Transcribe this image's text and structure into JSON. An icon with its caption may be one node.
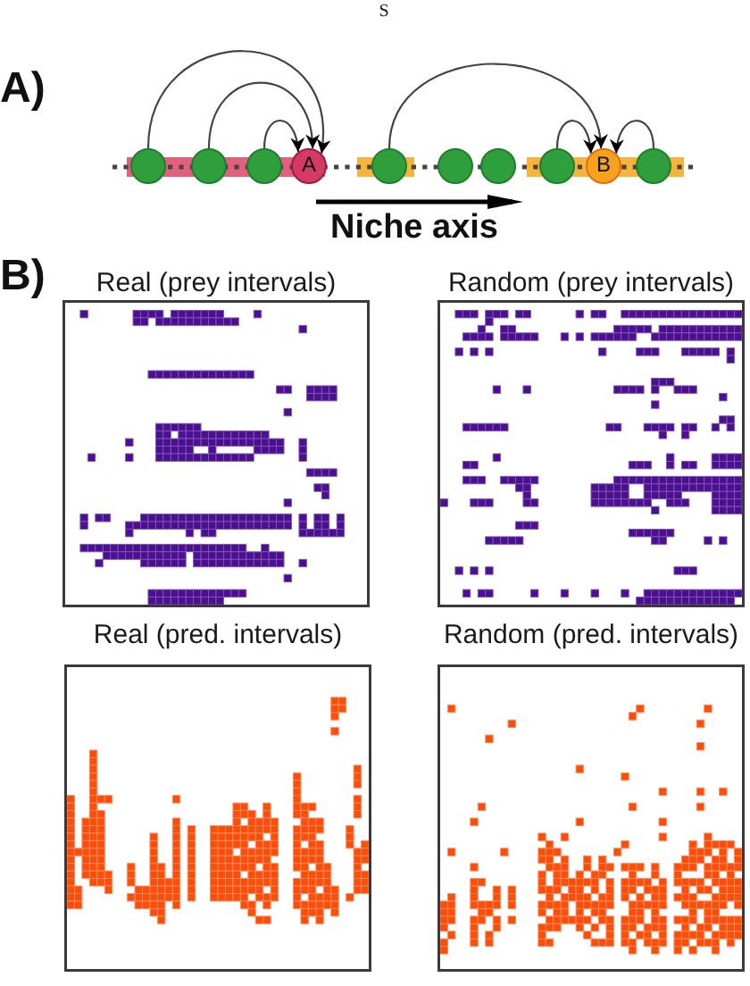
{
  "diagram": {
    "nodes": [
      {
        "text": [],
        "shape": "circle"
      },
      {
        "text": [],
        "shape": "circle"
      },
      {
        "text": [],
        "shape": "circle"
      },
      {
        "text": [
          "A"
        ]
      },
      {
        "text": [],
        "shape": "circle"
      },
      {
        "text": [],
        "shape": "circle"
      },
      {
        "text": [],
        "shape": "circle"
      },
      {
        "text": [],
        "shape": "circle"
      },
      {
        "text": [
          "B"
        ]
      },
      {
        "text": [],
        "shape": "circle"
      },
      {
        "text": [
          "Real (prey intervals)"
        ]
      },
      {
        "text": [
          "Random (prey intervals)"
        ]
      },
      {
        "text": [
          "Real (pred. intervals)"
        ]
      },
      {
        "text": [
          "Random (pred. intervals)"
        ]
      }
    ],
    "edges": [
      {
        "from": 0,
        "to": 3,
        "arrow": "to"
      },
      {
        "from": 1,
        "to": 3,
        "arrow": "to"
      },
      {
        "from": 2,
        "to": 3,
        "arrow": "to"
      },
      {
        "from": 4,
        "to": 8,
        "arrow": "to"
      },
      {
        "from": 7,
        "to": 8,
        "arrow": "to"
      },
      {
        "from": 9,
        "to": 8,
        "arrow": "to"
      }
    ],
    "labels": [
      "S",
      "A)",
      "Niche axis",
      "B)"
    ]
  }
}
